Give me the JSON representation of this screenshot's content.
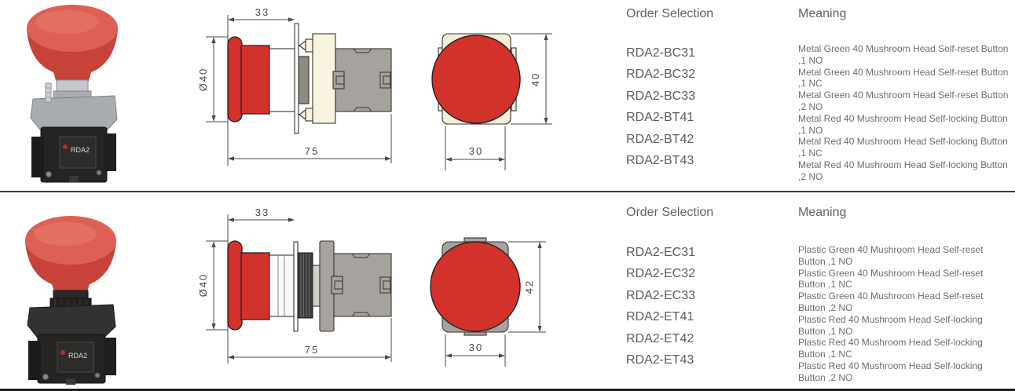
{
  "page": {
    "accent_red": "#d23229",
    "divider_color": "#3c3c3c"
  },
  "sections": [
    {
      "product_photo": {
        "brand_label": "RDA2",
        "style": "metal"
      },
      "drawings": {
        "side_view": {
          "head_width": "33",
          "head_diameter": "Ø40",
          "total_length": "75"
        },
        "front_view": {
          "height": "40",
          "width": "30"
        }
      },
      "table": {
        "order_header": "Order Selection",
        "meaning_header": "Meaning",
        "rows": [
          {
            "code": "RDA2-BC31",
            "meaning": "Metal Green 40 Mushroom Head Self-reset Button ,1 NO"
          },
          {
            "code": "RDA2-BC32",
            "meaning": "Metal Green 40 Mushroom Head Self-reset Button ,1 NC"
          },
          {
            "code": "RDA2-BC33",
            "meaning": "Metal Green 40 Mushroom Head Self-reset Button ,2 NO"
          },
          {
            "code": "RDA2-BT41",
            "meaning": "Metal Red 40 Mushroom Head Self-locking Button ,1 NO"
          },
          {
            "code": "RDA2-BT42",
            "meaning": "Metal Red 40 Mushroom Head Self-locking Button ,1 NC"
          },
          {
            "code": "RDA2-BT43",
            "meaning": "Metal Red 40 Mushroom Head Self-locking Button ,2 NO"
          }
        ]
      }
    },
    {
      "product_photo": {
        "brand_label": "RDA2",
        "style": "plastic"
      },
      "drawings": {
        "side_view": {
          "head_width": "33",
          "head_diameter": "Ø40",
          "total_length": "75"
        },
        "front_view": {
          "height": "42",
          "width": "30"
        }
      },
      "table": {
        "order_header": "Order Selection",
        "meaning_header": "Meaning",
        "rows": [
          {
            "code": "RDA2-EC31",
            "meaning": "Plastic Green 40 Mushroom Head Self-reset Button ,1 NO"
          },
          {
            "code": "RDA2-EC32",
            "meaning": "Plastic Green 40 Mushroom Head Self-reset Button ,1 NC"
          },
          {
            "code": "RDA2-EC33",
            "meaning": "Plastic Green 40 Mushroom Head Self-reset Button ,2 NO"
          },
          {
            "code": "RDA2-ET41",
            "meaning": "Plastic Red 40 Mushroom Head Self-locking Button ,1 NO"
          },
          {
            "code": "RDA2-ET42",
            "meaning": "Plastic Red 40 Mushroom Head Self-locking Button ,1 NC"
          },
          {
            "code": "RDA2-ET43",
            "meaning": "Plastic Red 40 Mushroom Head Self-locking Button ,2 NO"
          }
        ]
      }
    }
  ]
}
